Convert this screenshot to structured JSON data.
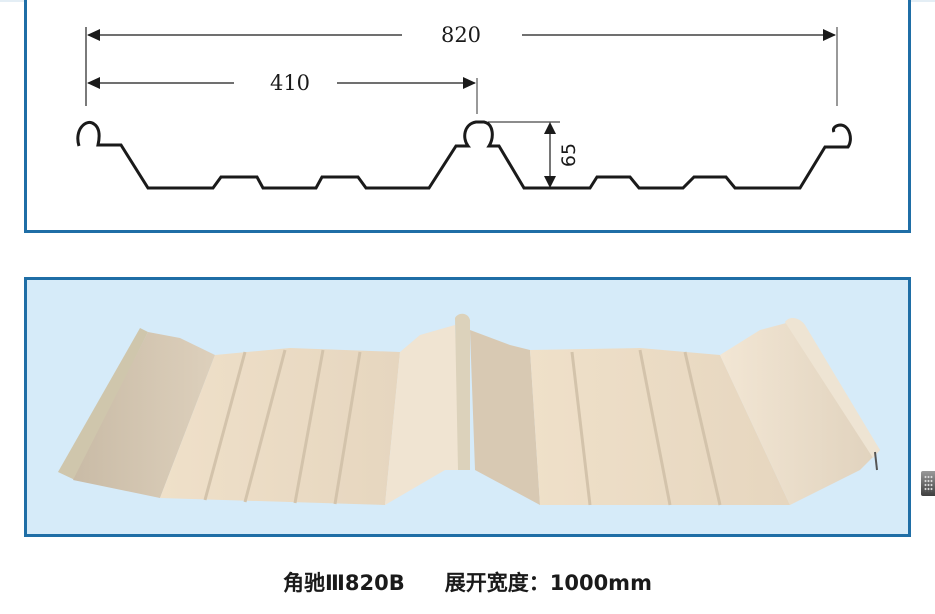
{
  "drawing": {
    "title": "Cross-section profile of roof panel",
    "dimensions": {
      "total_width": "820",
      "half_width": "410",
      "rib_height": "65"
    }
  },
  "photo": {
    "alt": "Beige-colored standing seam metal roof panel sample"
  },
  "caption": {
    "model": "角驰Ⅲ820B",
    "spread_label": "展开宽度：",
    "spread_value": "1000mm"
  },
  "colors": {
    "border": "#1f6ea6",
    "photo_background": "#d6ebf9",
    "panel_beige": "#ecdcc4",
    "line": "#1a1a1a"
  },
  "widget": {
    "icon": "grid-handle-icon"
  }
}
